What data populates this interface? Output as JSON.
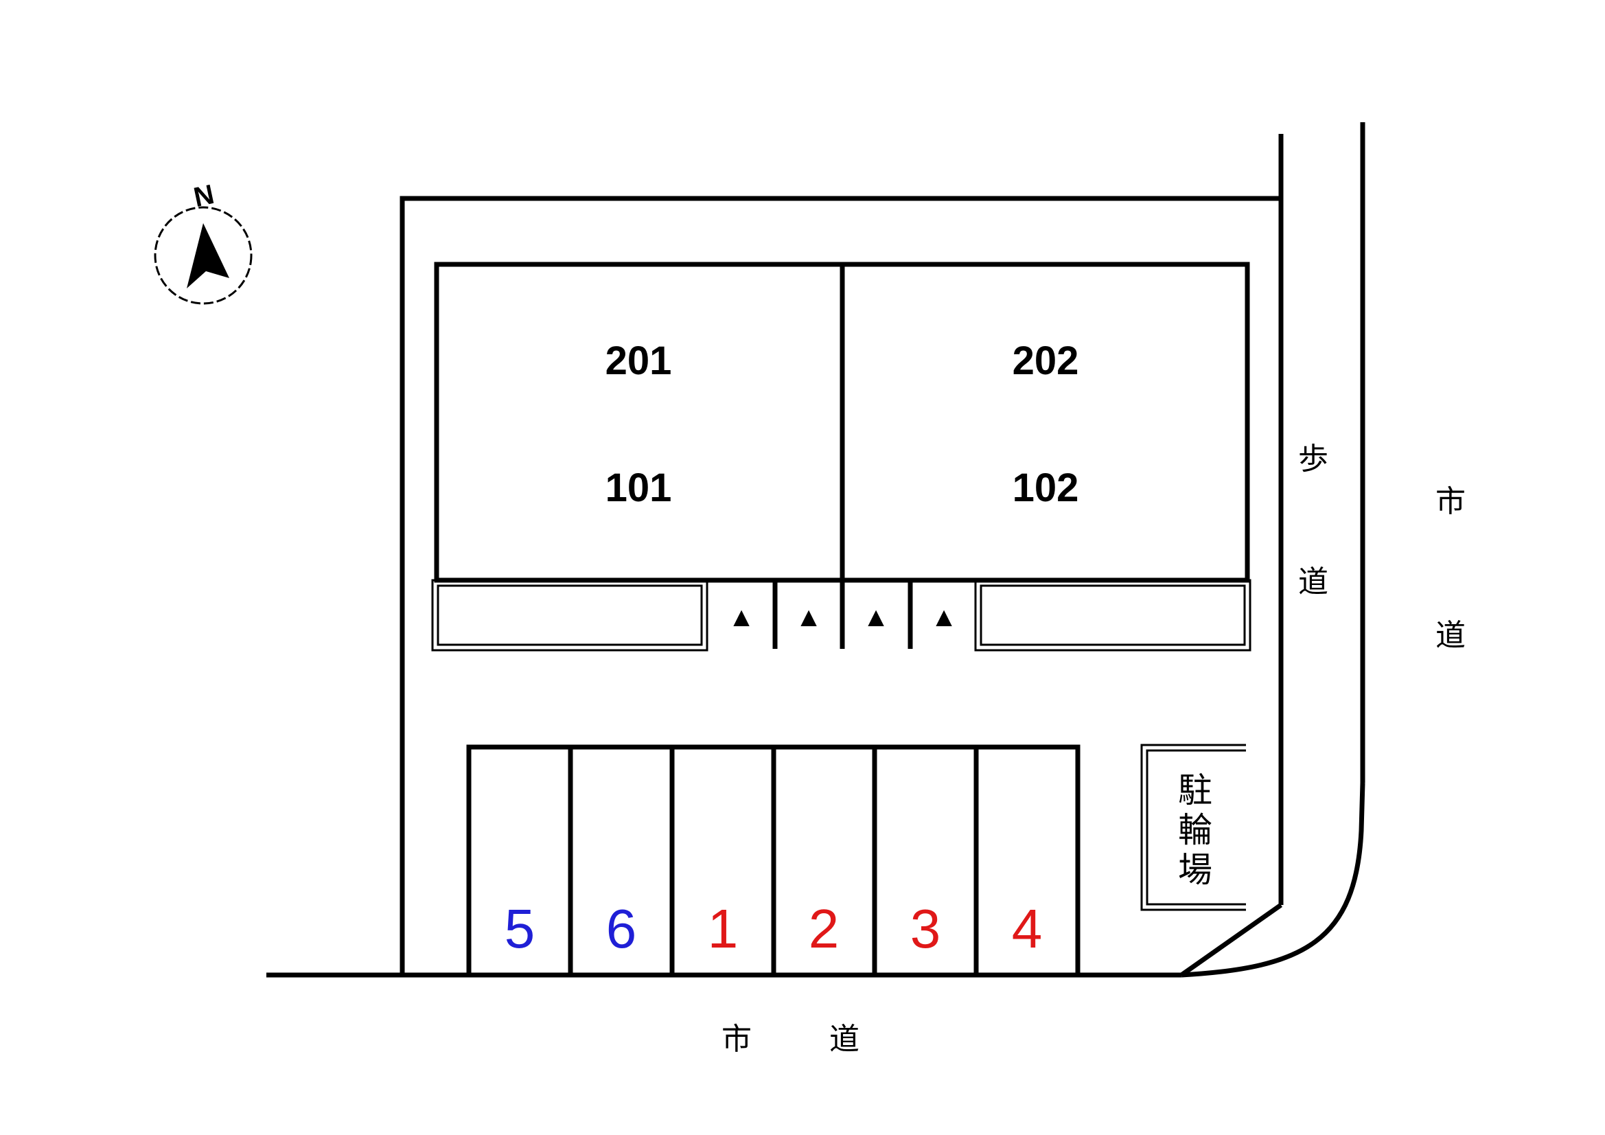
{
  "compass": {
    "label": "N",
    "icon": "north-arrow-icon"
  },
  "rooms": {
    "r201": "201",
    "r202": "202",
    "r101": "101",
    "r102": "102"
  },
  "parking": [
    {
      "label": "5",
      "color": "#1f1fd6"
    },
    {
      "label": "6",
      "color": "#1f1fd6"
    },
    {
      "label": "1",
      "color": "#e01818"
    },
    {
      "label": "2",
      "color": "#e01818"
    },
    {
      "label": "3",
      "color": "#e01818"
    },
    {
      "label": "4",
      "color": "#e01818"
    }
  ],
  "bike_parking": {
    "c1": "駐",
    "c2": "輪",
    "c3": "場"
  },
  "roads": {
    "sidewalk": {
      "c1": "歩",
      "c2": "道"
    },
    "east_road": {
      "c1": "市",
      "c2": "道"
    },
    "south_road": {
      "c1": "市",
      "c2": "道"
    }
  },
  "entrance_marks": [
    "▲",
    "▲",
    "▲",
    "▲"
  ]
}
